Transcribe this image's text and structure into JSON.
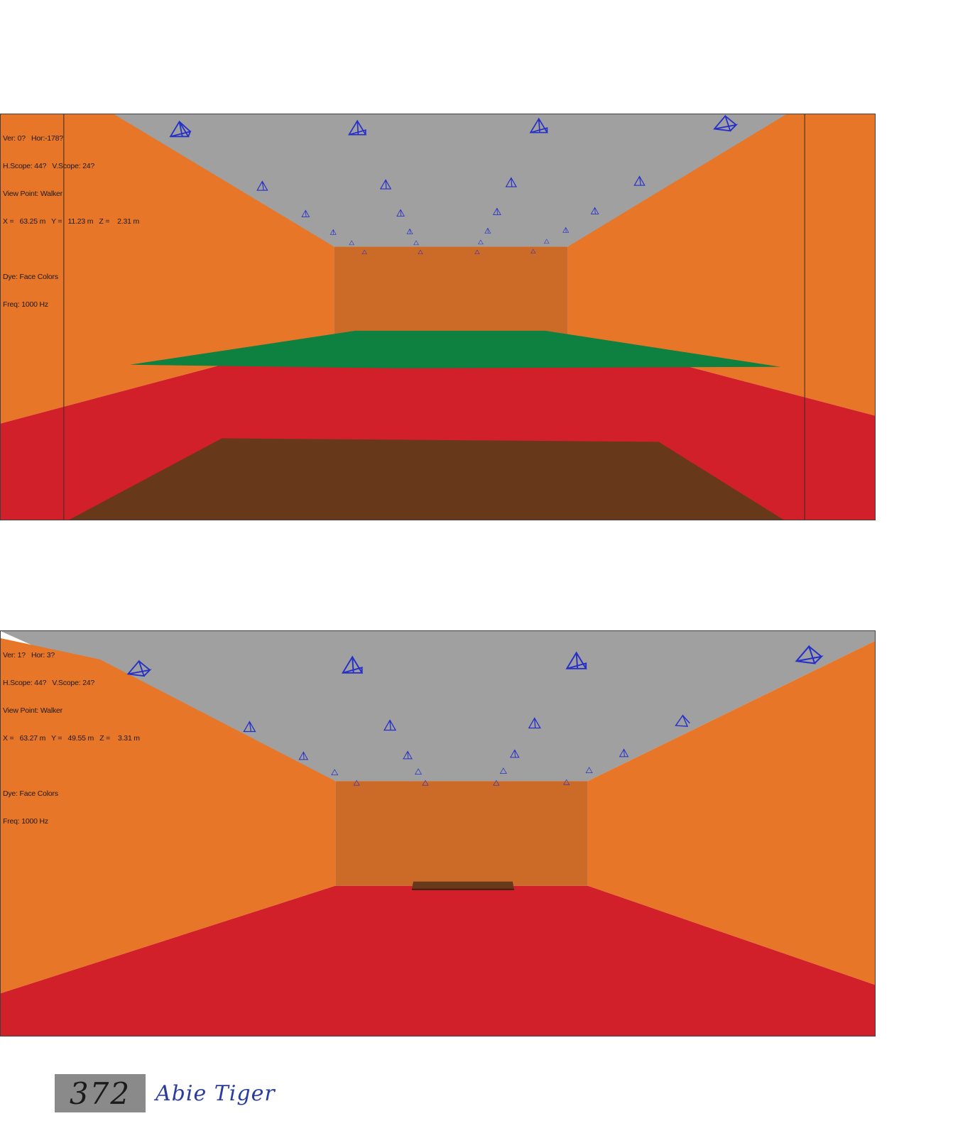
{
  "viewports": [
    {
      "hud": {
        "angles": "Ver: 0?   Hor:-178?",
        "scope": "H.Scope: 44?   V.Scope: 24?",
        "viewpoint": "View Point: Walker",
        "coords": "X =   63.25 m   Y =   11.23 m   Z =    2.31 m",
        "dye": "Dye: Face Colors",
        "freq": "Freq: 1000 Hz"
      }
    },
    {
      "hud": {
        "angles": "Ver: 1?   Hor: 3?",
        "scope": "H.Scope: 44?   V.Scope: 24?",
        "viewpoint": "View Point: Walker",
        "coords": "X =   63.27 m   Y =   49.55 m   Z =    3.31 m",
        "dye": "Dye: Face Colors",
        "freq": "Freq: 1000 Hz"
      }
    }
  ],
  "colors": {
    "ceiling": "#a0a0a0",
    "side_wall": "#e87628",
    "back_wall": "#cc6a28",
    "floor": "#d2202a",
    "stage": "#68381a",
    "reflector": "#0e8040",
    "speaker_icon": "#2630c8",
    "page_box": "#8a8a8a",
    "author_text": "#2a3d9c"
  },
  "footer": {
    "page_number": "372",
    "author": "Abie Tiger"
  }
}
